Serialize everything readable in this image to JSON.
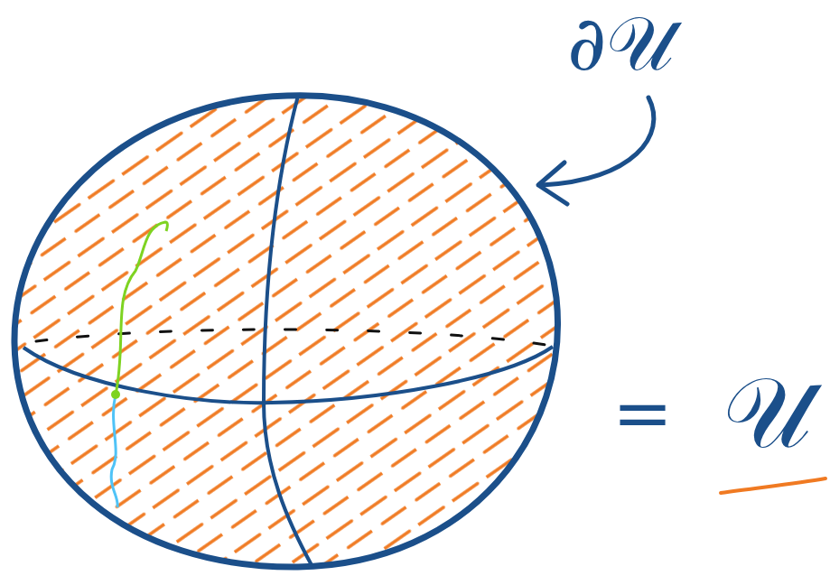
{
  "diagram": {
    "labels": [
      "∂𝒰",
      "=",
      "𝒰"
    ]
  }
}
